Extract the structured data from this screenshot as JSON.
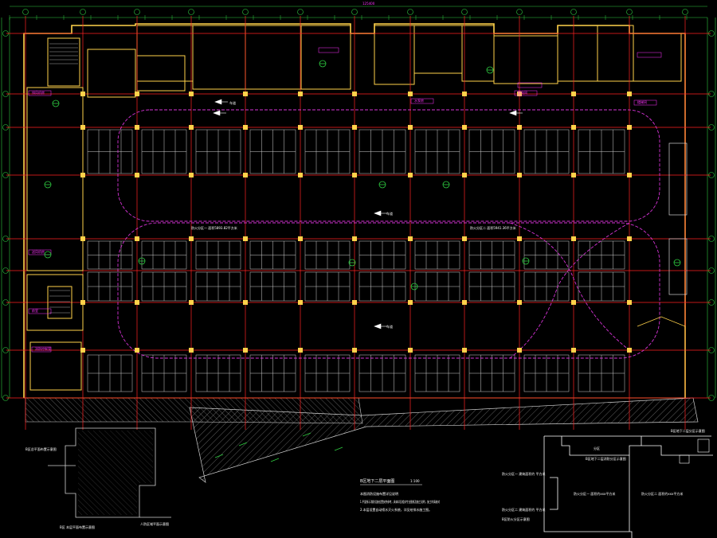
{
  "drawing": {
    "title": "B区地下二层平面图",
    "scale": "1:100",
    "notes": [
      "本图消防设施布置详见说明",
      "1.平面所示消防设施位置仅供参考，具体详见相关专业图纸及施工说明，施工时请核对",
      "2.本层设置自动喷水灭火系统，详见给排水施工图。"
    ],
    "legend_labels": [
      "B区地下二层消防分区示意图",
      "防火分区一 建筑面积约 平方米",
      "防火分区二 建筑面积约 平方米"
    ],
    "inset_left": {
      "caption_top": "B区总平面布置示意图",
      "caption_bottom": "B区 本层平面布置示意图",
      "caption_side": "人防区域平面示意图"
    },
    "inset_right": {
      "title": "B区地下二层分区示意图",
      "zone_a": "防火分区一 面积约xxx平方米",
      "zone_b": "防火分区二 面积约xxx平方米",
      "zone_label": "分区",
      "note": "B区防火分区示意图"
    },
    "labels": {
      "dims_top": "125400",
      "exit_arrows": [
        "车道",
        "车道",
        "车道"
      ],
      "zone_note": "防火分区一 面积5893.82平方米",
      "zone_note_b": "防火分区二 面积5941.36平方米",
      "room_tags": [
        "排风机房",
        "送风机房",
        "水泵房",
        "配电间",
        "楼梯间",
        "前室",
        "消防控制室"
      ]
    }
  },
  "colors": {
    "background": "#000000",
    "column_grid": "#ff2222",
    "walls": "#ffd24a",
    "parking": "#d0d0d0",
    "driveline": "#d633d6",
    "axis": "#2ecc40",
    "dim_text": "#ffffff",
    "highlight": "#ff33ff"
  }
}
